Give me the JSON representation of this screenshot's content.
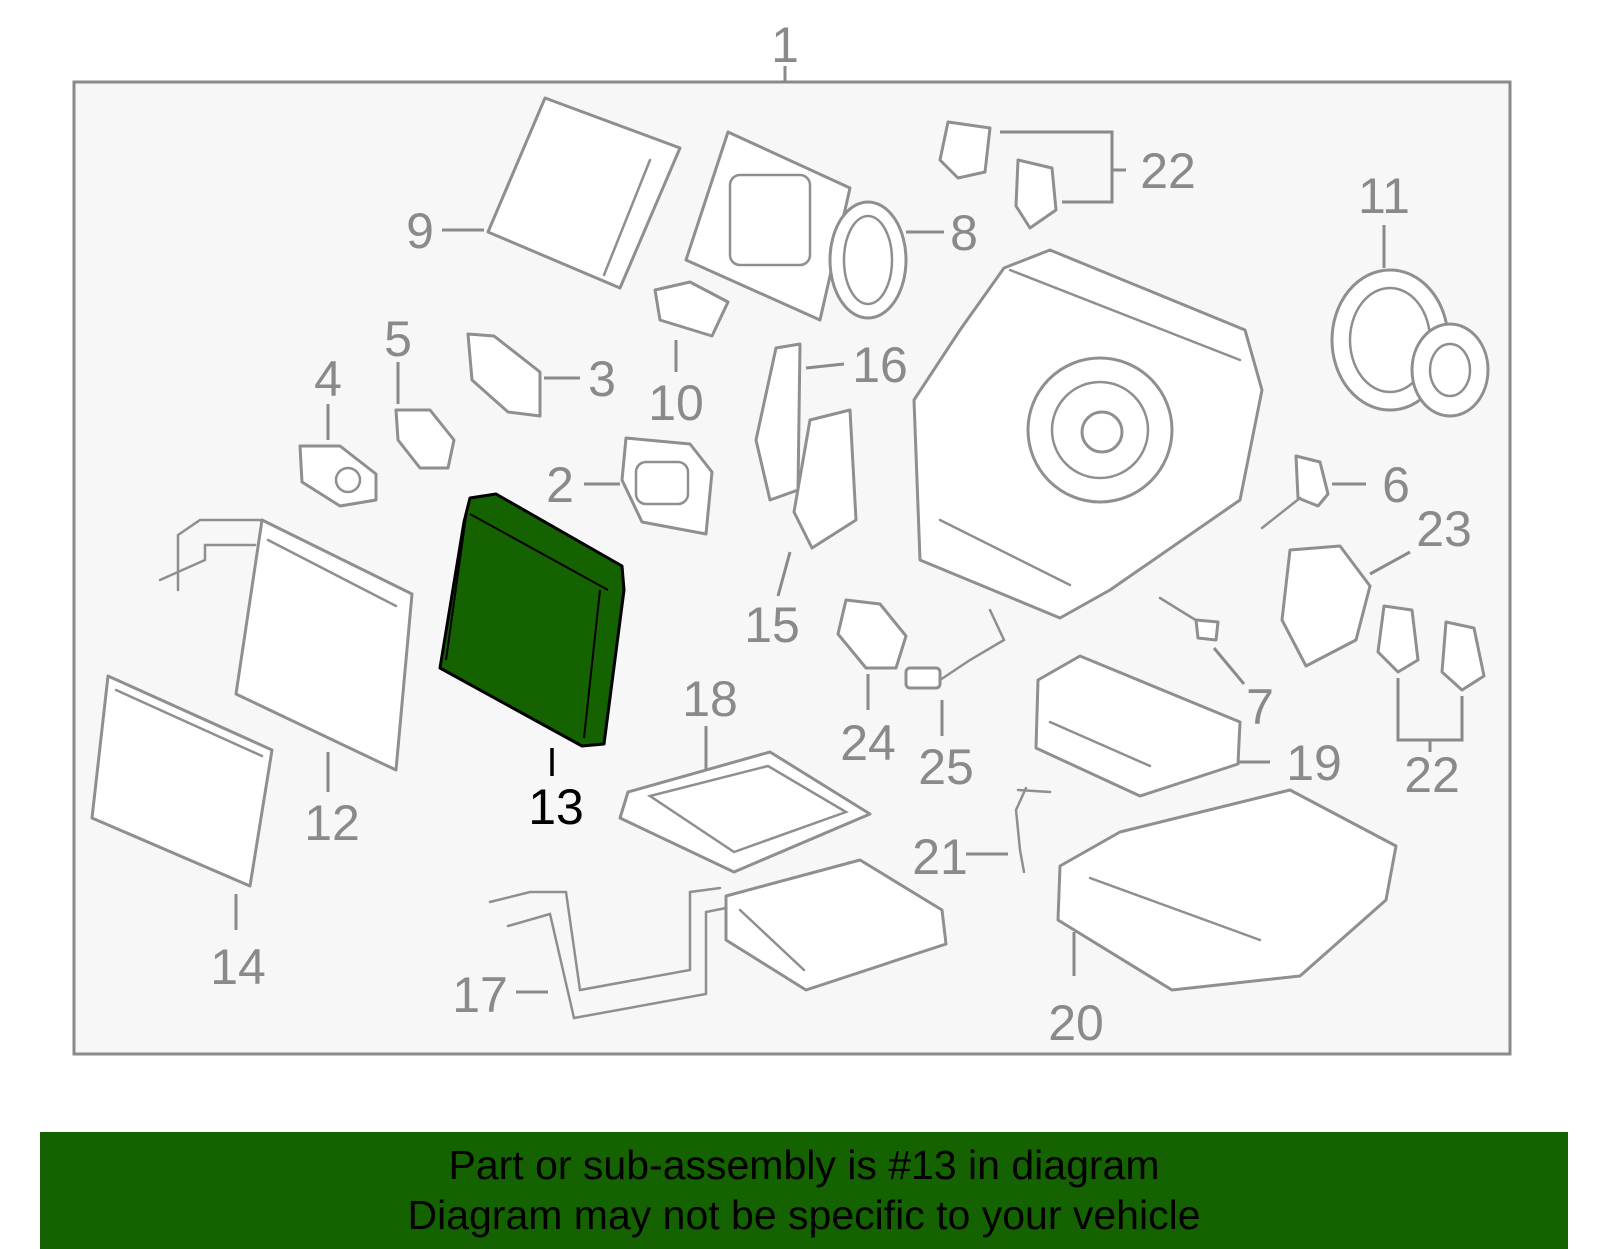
{
  "diagram": {
    "assembly_callout": "1",
    "highlight_color": "#146300",
    "highlighted_part": "13",
    "callouts": [
      "1",
      "2",
      "3",
      "4",
      "5",
      "6",
      "7",
      "8",
      "9",
      "10",
      "11",
      "12",
      "13",
      "14",
      "15",
      "16",
      "17",
      "18",
      "19",
      "20",
      "21",
      "22",
      "22",
      "23",
      "24",
      "25"
    ]
  },
  "banner": {
    "line1": "Part or sub-assembly is #13 in diagram",
    "line2": "Diagram may not be specific to your vehicle",
    "background": "#146300"
  }
}
